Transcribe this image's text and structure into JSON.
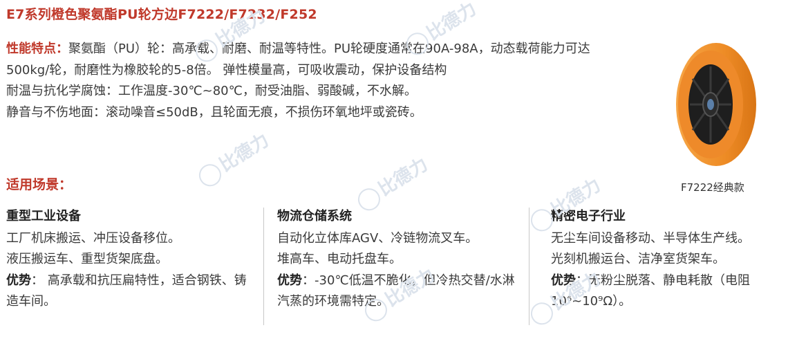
{
  "title": "E7系列橙色聚氨酯PU轮方边F7222/F7232/F252",
  "features": {
    "label": "性能特点：",
    "line1": "聚氨酯（PU）轮：高承载、耐磨、耐温等特性。PU轮硬度通常在90A-98A，动态载荷能力可达500kg/轮，耐磨性为橡胶轮的5-8倍。 弹性模量高，可吸收震动，保护设备结构",
    "line2": "耐温与抗化学腐蚀：工作温度-30℃~80℃，耐受油脂、弱酸碱，不水解。",
    "line3": "静音与不伤地面：滚动噪音≤50dB，且轮面无痕，不损伤环氧地坪或瓷砖。"
  },
  "scenarios_label": "适用场景：",
  "columns": [
    {
      "heading": "重型工业设备",
      "lines": [
        "工厂机床搬运、冲压设备移位。",
        "液压搬运车、重型货架底盘。"
      ],
      "adv_label": "优势",
      "adv_text": "：  高承载和抗压扁特性，适合钢铁、铸造车间。"
    },
    {
      "heading": "物流仓储系统",
      "lines": [
        "自动化立体库AGV、冷链物流叉车。",
        "堆高车、电动托盘车。"
      ],
      "adv_label": "优势",
      "adv_text": "：-30℃低温不脆化，但冷热交替/水淋汽蒸的环境需特定。"
    },
    {
      "heading": "精密电子行业",
      "lines": [
        "无尘车间设备移动、半导体生产线。",
        "光刻机搬运台、洁净室货架车。"
      ],
      "adv_label": "优势",
      "adv_text": "：无粉尘脱落、静电耗散（电阻10⁶~10⁹Ω）。"
    }
  ],
  "image_caption": "F7222经典款",
  "watermark": "比德力",
  "colors": {
    "accent": "#c0392b",
    "wheel_orange": "#f0922a",
    "hub_dark": "#1e1e1e"
  },
  "icons": [
    "wheel-product-image",
    "watermark-logo"
  ]
}
